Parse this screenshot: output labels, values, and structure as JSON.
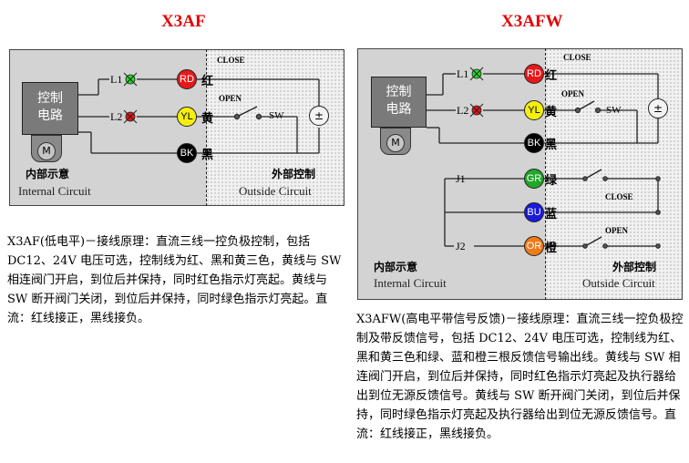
{
  "left": {
    "title": "X3AF",
    "controller": "控制电路",
    "motor": "M",
    "inner_cn": "内部示意",
    "inner_en": "Internal Circuit",
    "outer_cn": "外部控制",
    "outer_en": "Outside Circuit",
    "close": "CLOSE",
    "open": "OPEN",
    "sw": "SW",
    "psu": "±",
    "lamps": [
      {
        "label": "L1",
        "color": "#22dd22"
      },
      {
        "label": "L2",
        "color": "#ee1111"
      }
    ],
    "terminals": [
      {
        "code": "RD",
        "cn": "红"
      },
      {
        "code": "YL",
        "cn": "黄"
      },
      {
        "code": "BK",
        "cn": "黑"
      }
    ],
    "description": "X3AF(低电平)－接线原理：直流三线一控负极控制，包括 DC12、24V 电压可选，控制线为红、黑和黄三色，黄线与 SW 相连阀门开启，到位后并保持，同时红色指示灯亮起。黄线与 SW 断开阀门关闭，到位后并保持，同时绿色指示灯亮起。直流：红线接正，黑线接负。"
  },
  "right": {
    "title": "X3AFW",
    "controller": "控制电路",
    "motor": "M",
    "inner_cn": "内部示意",
    "inner_en": "Internal Circuit",
    "outer_cn": "外部控制",
    "outer_en": "Outside Circuit",
    "close_top": "CLOSE",
    "open": "OPEN",
    "sw": "SW",
    "psu": "±",
    "close_mid": "CLOSE",
    "open_bottom": "OPEN",
    "lamps": [
      {
        "label": "L1",
        "color": "#22dd22"
      },
      {
        "label": "L2",
        "color": "#ee1111"
      }
    ],
    "j1": "J1",
    "j2": "J2",
    "terminals": [
      {
        "code": "RD",
        "cn": "红"
      },
      {
        "code": "YL",
        "cn": "黄"
      },
      {
        "code": "BK",
        "cn": "黑"
      },
      {
        "code": "GR",
        "cn": "绿"
      },
      {
        "code": "BU",
        "cn": "蓝"
      },
      {
        "code": "OR",
        "cn": "橙"
      }
    ],
    "description": "X3AFW(高电平带信号反馈)－接线原理：直流三线一控负极控制及带反馈信号，包括 DC12、24V 电压可选，控制线为红、黑和黄三色和绿、蓝和橙三根反馈信号输出线。黄线与 SW 相连阀门开启，到位后并保持，同时红色指示灯亮起及执行器给出到位无源反馈信号。黄线与 SW 断开阀门关闭，到位后并保持，同时绿色指示灯亮起及执行器给出到位无源反馈信号。直流：红线接正，黑线接负。"
  }
}
